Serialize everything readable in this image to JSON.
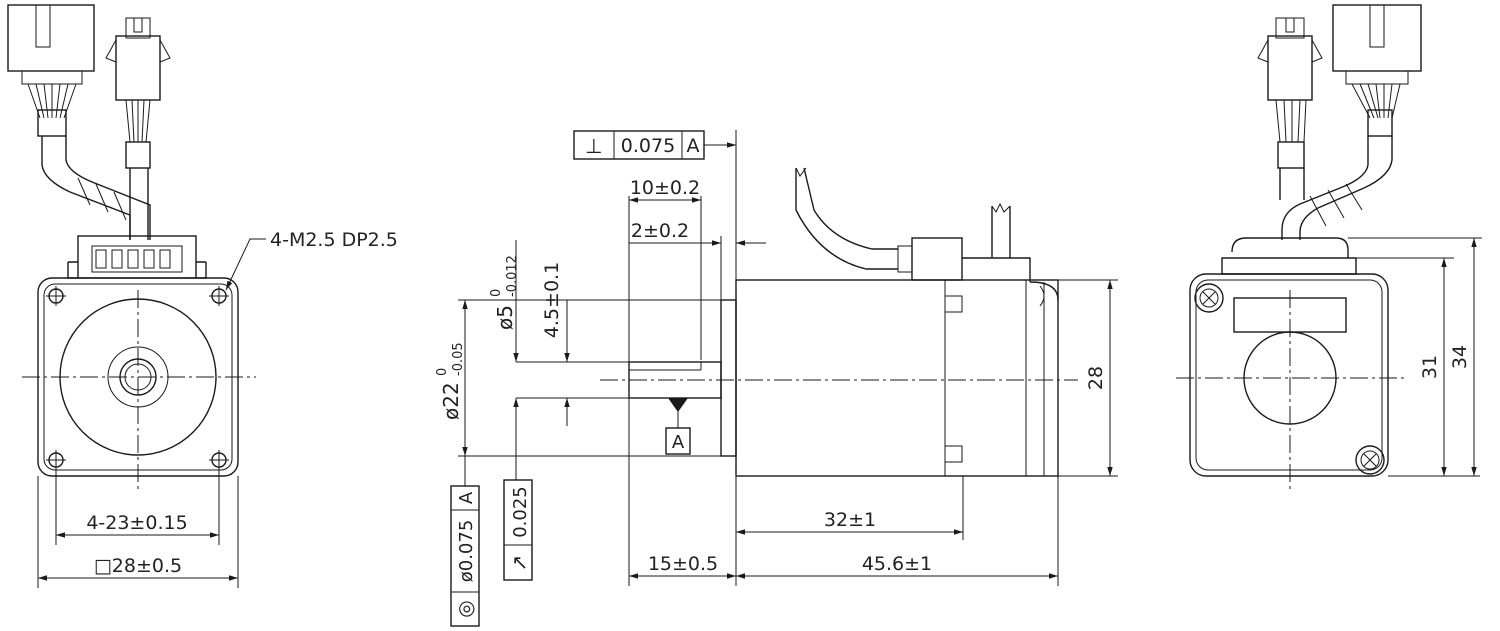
{
  "front_view": {
    "thread_callout": "4-M2.5 DP2.5",
    "hole_spacing": "4-23±0.15",
    "flange_square": "□28±0.5"
  },
  "side_view": {
    "perpendicularity": {
      "symbol": "⊥",
      "value": "0.075",
      "datum": "A"
    },
    "shaft_length": "10±0.2",
    "flange_step": "2±0.2",
    "flat_depth": "4.5±0.1",
    "shaft_diameter": {
      "base": "ø5",
      "upper": "0",
      "lower": "-0.012"
    },
    "pilot_diameter": {
      "base": "ø22",
      "upper": "0",
      "lower": "-0.05"
    },
    "datum_label": "A",
    "concentricity": {
      "symbol": "◎",
      "value": "ø0.075",
      "datum": "A"
    },
    "runout": {
      "symbol": "↗",
      "value": "0.025"
    },
    "body_length": "32±1",
    "shaft_projection": "15±0.5",
    "total_length": "45.6±1",
    "height": "28"
  },
  "rear_view": {
    "inner_height": "31",
    "overall_height": "34"
  }
}
